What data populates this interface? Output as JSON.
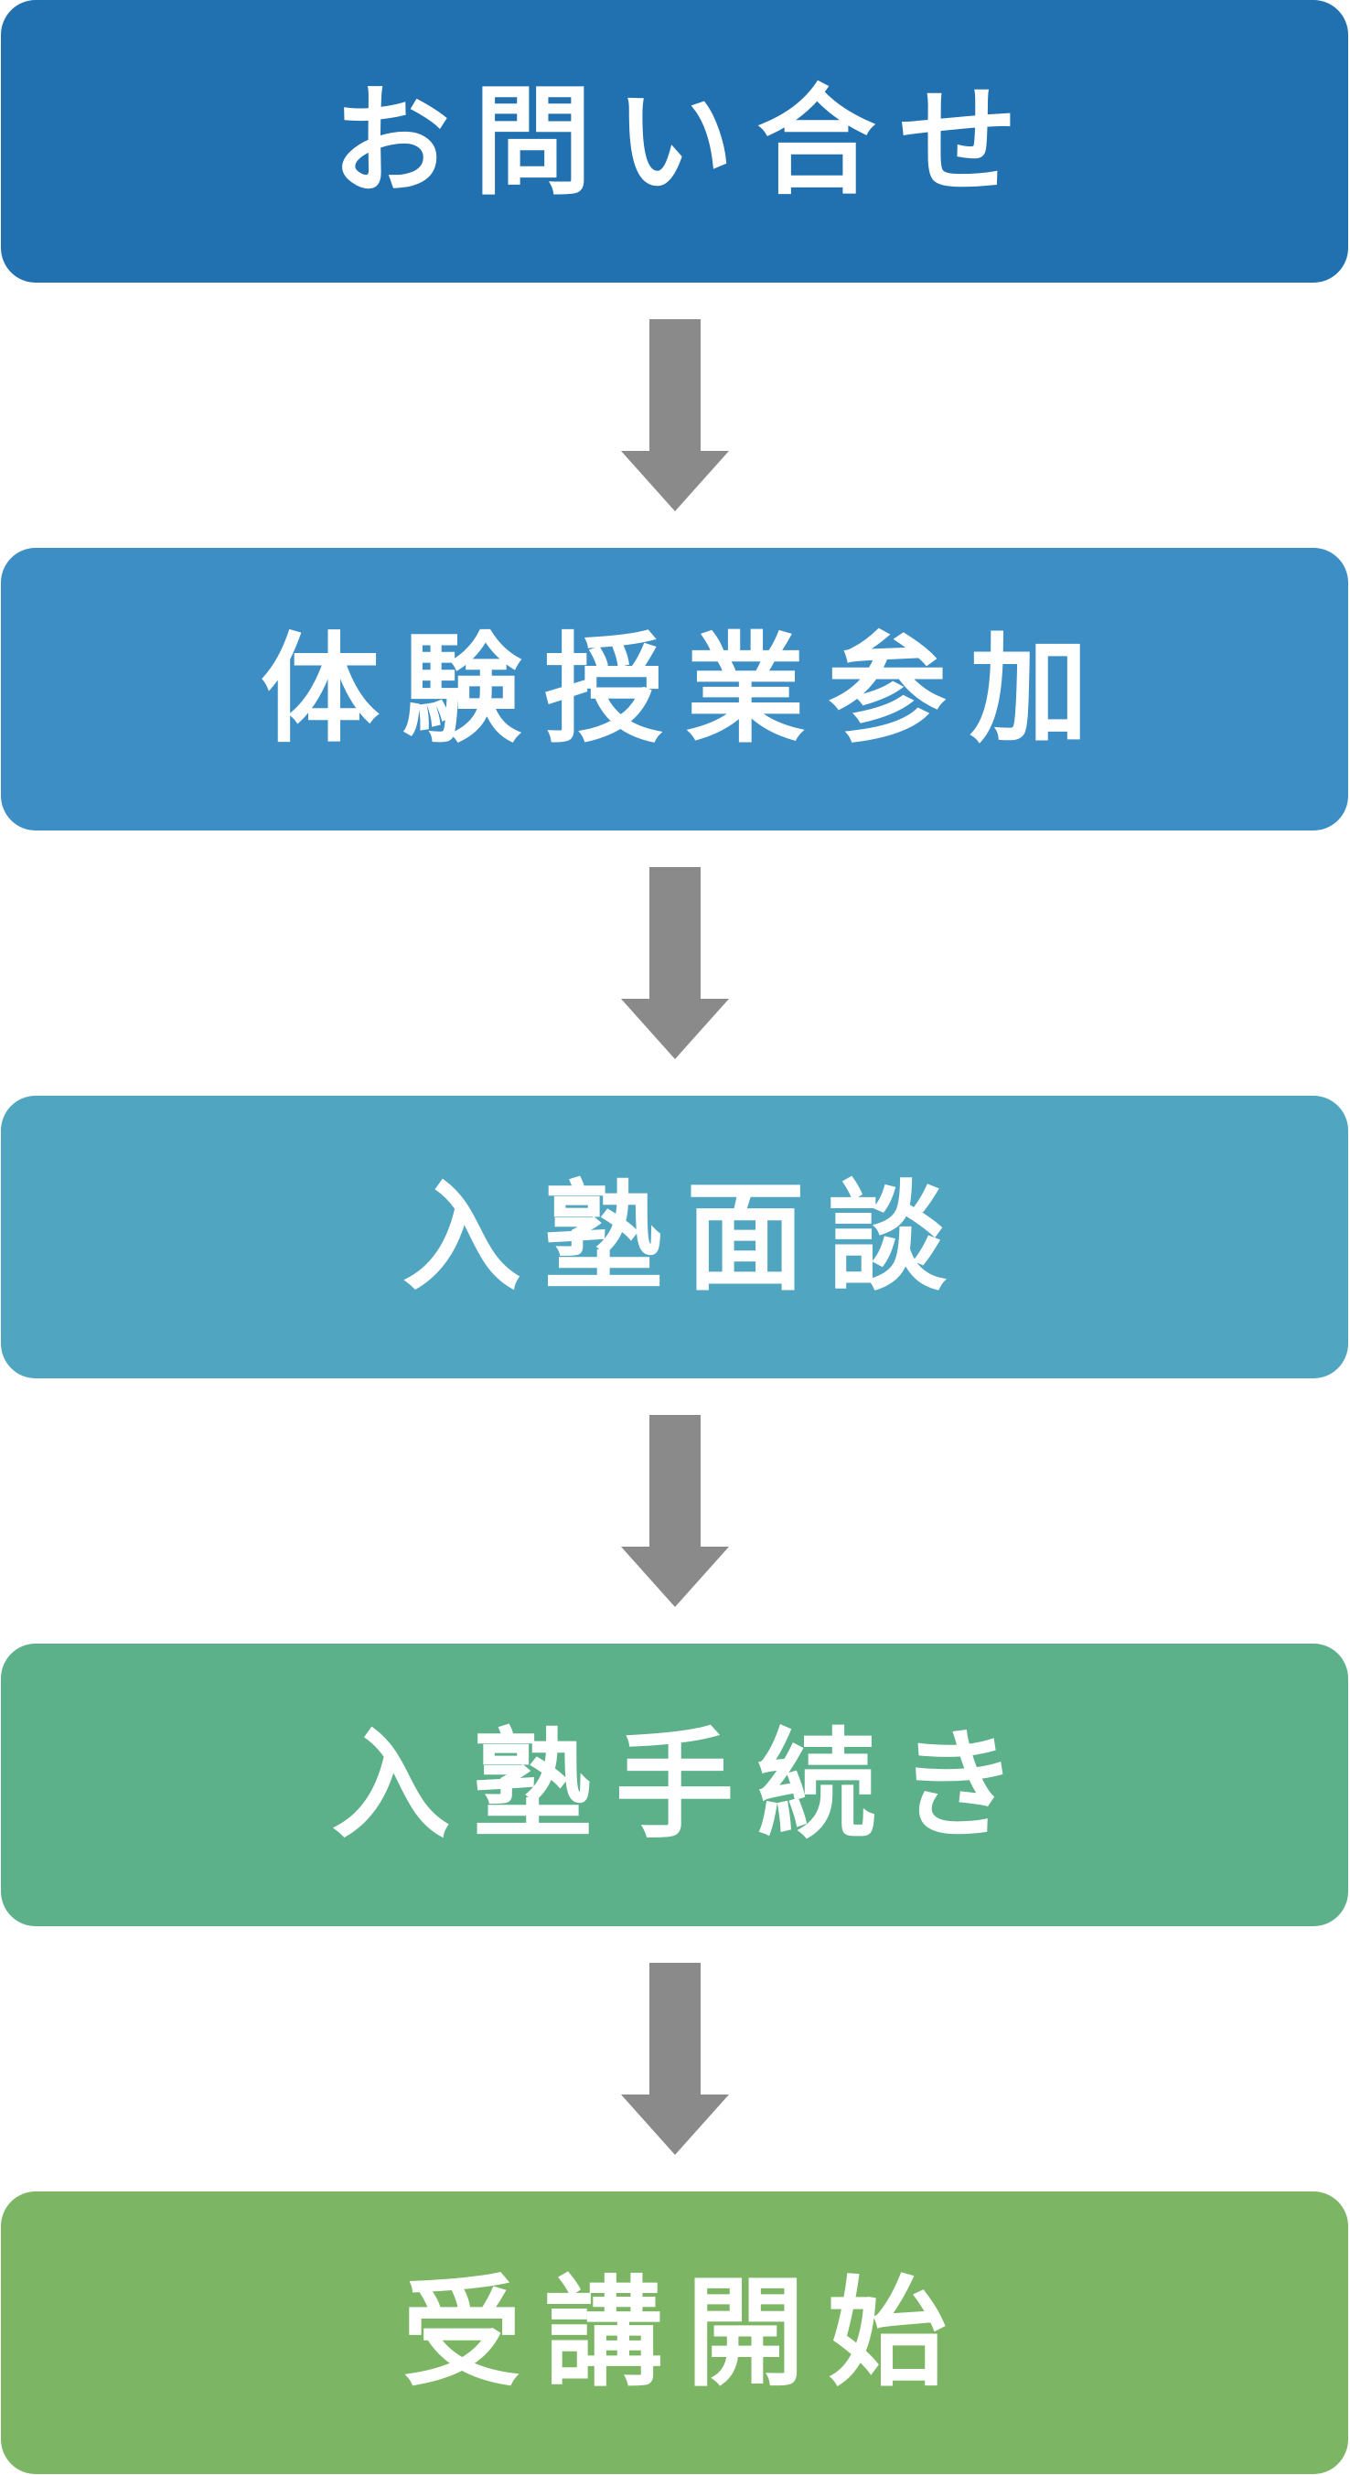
{
  "flow": {
    "background": "#ffffff",
    "text_color": "#ffffff",
    "arrow_color": "#8a8a8a",
    "steps": [
      {
        "label": "お問い合せ",
        "color": "#2171b0"
      },
      {
        "label": "体験授業参加",
        "color": "#3c8ec5"
      },
      {
        "label": "入塾面談",
        "color": "#50a5c0"
      },
      {
        "label": "入塾手続き",
        "color": "#5cb08a"
      },
      {
        "label": "受講開始",
        "color": "#7cb665"
      }
    ]
  }
}
